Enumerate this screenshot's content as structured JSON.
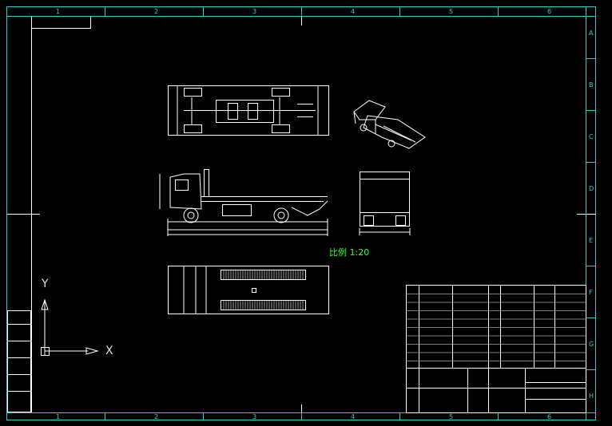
{
  "frame": {
    "top_zones": [
      "1",
      "2",
      "3",
      "4",
      "5",
      "6"
    ],
    "side_zones": [
      "A",
      "B",
      "C",
      "D",
      "E",
      "F",
      "G",
      "H"
    ],
    "bottom_zones": [
      "1",
      "2",
      "3",
      "4",
      "5",
      "6"
    ]
  },
  "drawing": {
    "scale_note": "比例 1:20"
  },
  "ucs": {
    "x_label": "X",
    "y_label": "Y"
  },
  "colors": {
    "frame": "#33cccc",
    "geometry": "#ffffff",
    "text": "#33ff33",
    "background": "#000000"
  }
}
